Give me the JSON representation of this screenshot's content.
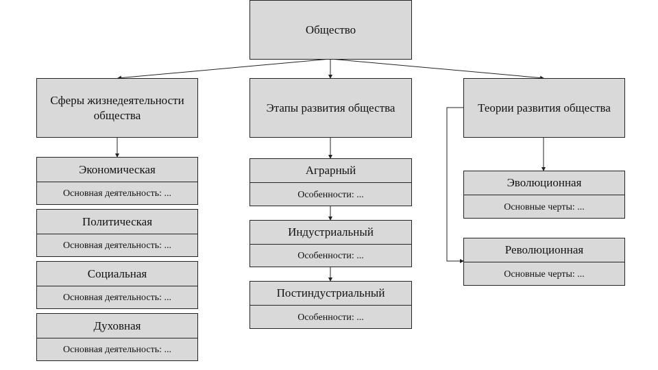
{
  "root": {
    "label": "Общество"
  },
  "branches": [
    {
      "label": "Сферы жизнедеятельности общества",
      "items": [
        {
          "title": "Экономическая",
          "desc": "Основная деятельность: ..."
        },
        {
          "title": "Политическая",
          "desc": "Основная деятельность: ..."
        },
        {
          "title": "Социальная",
          "desc": "Основная деятельность: ..."
        },
        {
          "title": "Духовная",
          "desc": "Основная деятельность: ..."
        }
      ]
    },
    {
      "label": "Этапы развития общества",
      "items": [
        {
          "title": "Аграрный",
          "desc": "Особенности: ..."
        },
        {
          "title": "Индустриальный",
          "desc": "Особенности: ..."
        },
        {
          "title": "Постиндустриальный",
          "desc": "Особенности: ..."
        }
      ]
    },
    {
      "label": "Теории развития общества",
      "items": [
        {
          "title": "Эволюционная",
          "desc": "Основные черты: ..."
        },
        {
          "title": "Революционная",
          "desc": "Основные черты: ..."
        }
      ]
    }
  ],
  "colors": {
    "box_fill": "#d9d9d9",
    "border": "#222222",
    "line": "#222222"
  }
}
